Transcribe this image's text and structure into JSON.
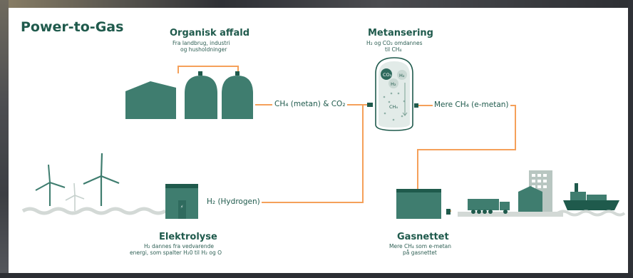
{
  "title": "Power-to-Gas",
  "nodes": {
    "organic": {
      "title": "Organisk affald",
      "sub1": "Fra landbrug, industri",
      "sub2": "og husholdninger"
    },
    "methanation": {
      "title": "Metansering",
      "sub1": "H₂ og CO₂ omdannes",
      "sub2": "til CH₄",
      "tank_labels": [
        "CO₂",
        "H₂",
        "H₂",
        "CH₄"
      ]
    },
    "electrolysis": {
      "title": "Elektrolyse",
      "sub1": "H₂ dannes fra vedvarende",
      "sub2": "energi, som spalter H₂0 til H₂ og O"
    },
    "gasgrid": {
      "title": "Gasnettet",
      "sub1": "Mere CH₄ som e-metan",
      "sub2": "på gasnettet"
    }
  },
  "flows": {
    "methane_co2": "CH₄ (metan) & CO₂",
    "hydrogen": "H₂ (Hydrogen)",
    "more_methane": "Mere CH₄ (e-metan)"
  },
  "colors": {
    "accent": "#1f5a4c",
    "building": "#3f7d6f",
    "pipe": "#f5a05a",
    "wave": "#d3d9d6"
  },
  "icons": [
    "wind-turbine-icon",
    "building-icon",
    "truck-icon",
    "factory-icon",
    "ship-icon"
  ]
}
